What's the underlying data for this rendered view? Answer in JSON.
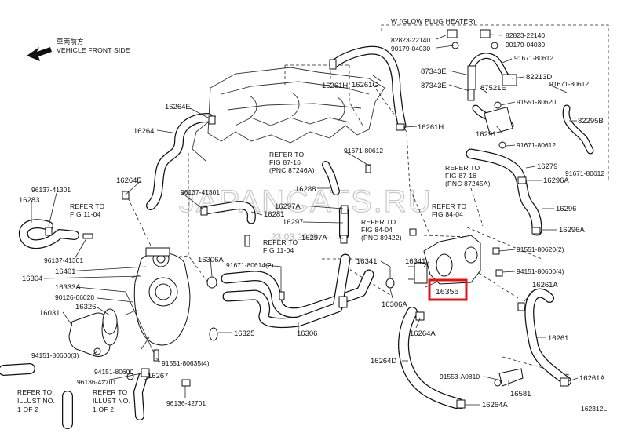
{
  "header": {
    "front_jp": "車両前方",
    "front_en": "VEHICLE FRONT SIDE",
    "glow_box": "W (GLOW PLUG HEATER)"
  },
  "refs": {
    "r1": [
      "REFER TO",
      "FIG 87-16",
      "(PNC 87246A)"
    ],
    "r2": [
      "REFER TO",
      "FIG 87-16",
      "(PNC 87245A)"
    ],
    "r3": [
      "REFER TO",
      "FIG 11-04"
    ],
    "r4": [
      "REFER TO",
      "FIG 11-04"
    ],
    "r5": [
      "REFER TO",
      "FIG 84-04",
      "(PNC 89422)"
    ],
    "r6": [
      "REFER TO",
      "FIG 84-04"
    ],
    "r7": [
      "REFER TO",
      "ILLUST NO.",
      "1 OF 2"
    ],
    "r8": [
      "REFER TO",
      "ILLUST NO.",
      "1 OF 2"
    ]
  },
  "labels": {
    "p82823_22140a": "82823-22140",
    "p90179_04030a": "90179-04030",
    "p82823_22140b": "82823-22140",
    "p90179_04030b": "90179-04030",
    "p91671_80612a": "91671-80612",
    "p87343E_a": "87343E",
    "p82213D": "82213D",
    "p87343E_b": "87343E",
    "p87521E": "87521E",
    "p91671_80612b": "91671-80612",
    "p91551_80620a": "91551-80620",
    "p82295B": "82295B",
    "p16291": "16291",
    "p91671_80612c": "91671-80612",
    "p16279": "16279",
    "p91671_80612d": "91671-80612",
    "p16296A_a": "16296A",
    "p16296": "16296",
    "p16296A_b": "16296A",
    "p91551_80620_2": "91551-80620(2)",
    "p94151_80600_4": "94151-80600(4)",
    "p16261A_a": "16261A",
    "p16261": "16261",
    "p16261A_b": "16261A",
    "p16581": "16581",
    "p91553_A0810": "91553-A0810",
    "p16264A_b": "16264A",
    "p16264D": "16264D",
    "p16264A_a": "16264A",
    "p16306A_b": "16306A",
    "p16341a": "16341",
    "p16341b": "16341",
    "p16356": "16356",
    "p16261G": "16261G",
    "p16261H_a": "16261H",
    "p16261H_b": "16261H",
    "p91671_80612e": "91671-80612",
    "p16288": "16288",
    "p16297A_a": "16297A",
    "p16297": "16297",
    "p16297A_b": "16297A",
    "p16281": "16281",
    "p96137_41301a": "96137-41301",
    "p91671_80614": "91671-80614(2)",
    "p16306A_a": "16306A",
    "p16306": "16306",
    "p16325": "16325",
    "p16264E_a": "16264E",
    "p16264": "16264",
    "p16264E_b": "16264E",
    "p96137_41301b": "96137-41301",
    "p16283": "16283",
    "p96137_41301c": "96137-41301",
    "p16304": "16304",
    "p16401": "16401",
    "p16333A": "16333A",
    "p90126_06028": "90126-06028",
    "p16326": "16326",
    "p16031": "16031",
    "p94151_80600_3": "94151-80600(3)",
    "p94151_80600": "94151-80600",
    "p96136_42701a": "96136-42701",
    "p91551_80635_4": "91551-80635(4)",
    "p16267": "16267",
    "p96136_42701b": "96136-42701"
  },
  "watermark": {
    "main": "JAPANCATS.RU",
    "stamp": "23.03.2023"
  },
  "code": "162312L",
  "highlight": {
    "part": "16356",
    "color": "#e11414"
  }
}
